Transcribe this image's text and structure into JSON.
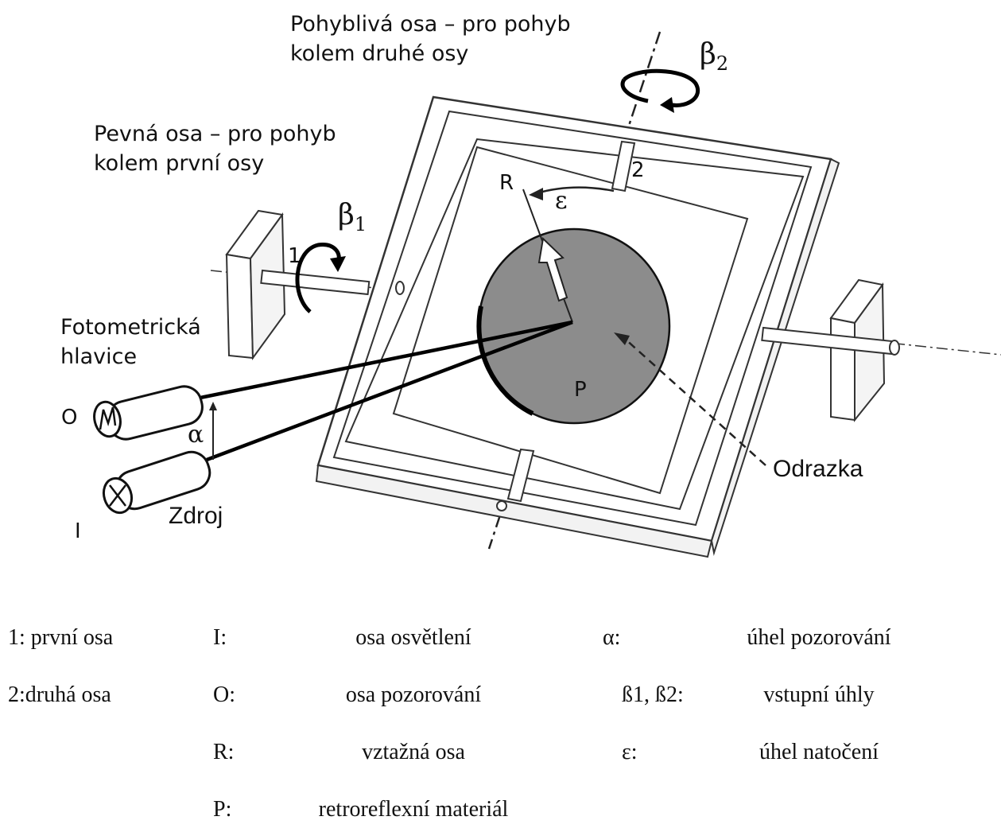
{
  "labels": {
    "moving_axis": "Pohyblivá osa – pro pohyb\nkolem druhé osy",
    "fixed_axis": "Pevná osa – pro pohyb\nkolem první osy",
    "photometric_head": "Fotometrická\nhlavice",
    "beta1": "β",
    "beta1_sub": "1",
    "beta2": "β",
    "beta2_sub": "2",
    "axis1": "1",
    "axis2": "2",
    "R": "R",
    "P": "P",
    "epsilon": "ε",
    "alpha": "α",
    "O": "O",
    "I": "I",
    "source": "Zdroj",
    "reflector": "Odrazka"
  },
  "legend": {
    "rows": [
      {
        "a": "1: první osa",
        "b": "I:",
        "c": "osa osvětlení",
        "d": "α:",
        "e": "úhel pozorování"
      },
      {
        "a": "2:druhá osa",
        "b": "O:",
        "c": "osa pozorování",
        "d": "ß1, ß2:",
        "e": "vstupní úhly"
      },
      {
        "a": "",
        "b": "R:",
        "c": "vztažná osa",
        "d": "ε:",
        "e": "úhel natočení"
      },
      {
        "a": "",
        "b": "P:",
        "c": "retroreflexní materiál",
        "d": "",
        "e": ""
      }
    ]
  }
}
